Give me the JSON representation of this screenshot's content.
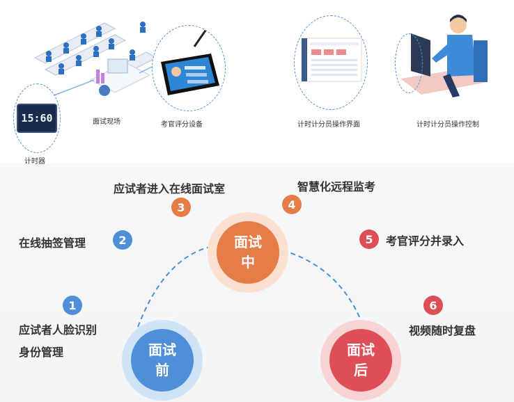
{
  "top": {
    "captions": {
      "timer": "计时器",
      "scene": "面试现场",
      "device": "考官评分设备",
      "ui": "计时计分员操作界面",
      "control": "计时计分员操作控制"
    },
    "clock_text": "15:60"
  },
  "stages": {
    "before": [
      "面试",
      "前"
    ],
    "during": [
      "面试",
      "中"
    ],
    "after": [
      "面试",
      "后"
    ]
  },
  "steps": [
    {
      "num": "1",
      "label_lines": [
        "应试者人脸识别",
        "身份管理"
      ]
    },
    {
      "num": "2",
      "label": "在线抽签管理"
    },
    {
      "num": "3",
      "label": "应试者进入在线面试室"
    },
    {
      "num": "4",
      "label": "智慧化远程监考"
    },
    {
      "num": "5",
      "label": "考官评分并录入"
    },
    {
      "num": "6",
      "label": "视频随时复盘"
    }
  ],
  "colors": {
    "blue": "#4e8fd8",
    "orange": "#e47d48",
    "red": "#dd4e57",
    "dashed_arc": "#4a90d9"
  }
}
